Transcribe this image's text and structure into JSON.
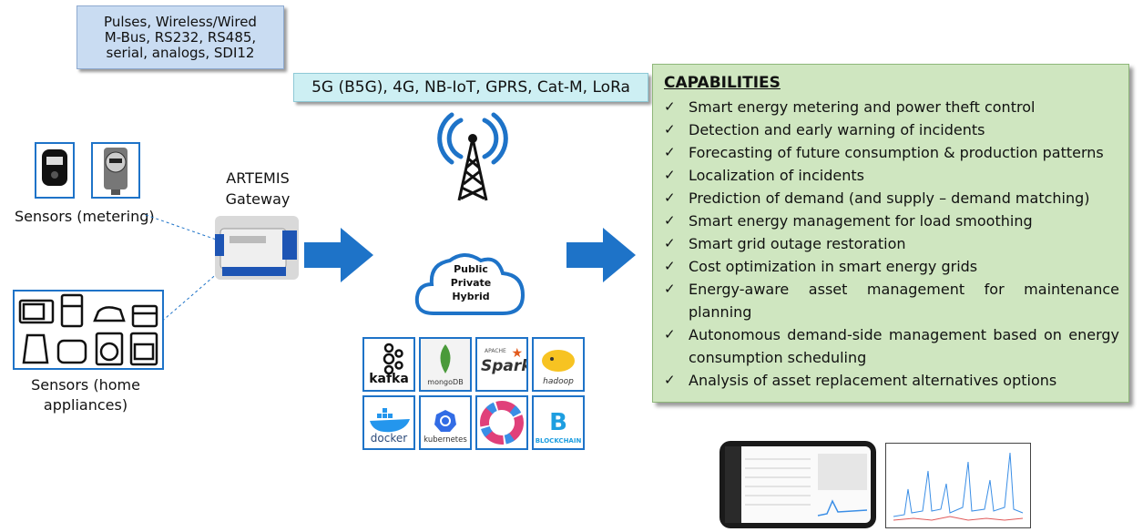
{
  "protocols": {
    "lines": [
      "Pulses, Wireless/Wired",
      "M-Bus, RS232, RS485,",
      "serial, analogs, SDI12"
    ]
  },
  "connectivity": {
    "text": "5G (B5G), 4G, NB-IoT, GPRS, Cat-M, LoRa"
  },
  "sensors": {
    "metering_label": "Sensors (metering)",
    "home_label_line1": "Sensors (home",
    "home_label_line2": "appliances)"
  },
  "gateway": {
    "line1": "ARTEMIS",
    "line2": "Gateway"
  },
  "cloud": {
    "line1": "Public",
    "line2": "Private",
    "line3": "Hybrid"
  },
  "technologies": {
    "kafka": "kafka",
    "mongodb": "mongoDB",
    "spark": "Spark",
    "spark_top": "APACHE",
    "hadoop": "hadoop",
    "docker": "docker",
    "kubernetes": "kubernetes",
    "blockchain": "BLOCKCHAIN"
  },
  "capabilities": {
    "title": "CAPABILITIES",
    "items": [
      "Smart energy metering and power theft control",
      "Detection and early warning of incidents",
      "Forecasting of future consumption & production patterns",
      "Localization of incidents",
      "Prediction of demand (and supply – demand matching)",
      "Smart energy management for load smoothing",
      "Smart grid outage restoration",
      "Cost optimization in smart energy grids",
      "Energy-aware asset management for maintenance planning",
      "Autonomous demand-side management based on energy consumption scheduling",
      "Analysis of asset replacement alternatives options"
    ],
    "check_glyph": "✓"
  },
  "colors": {
    "arrow_blue": "#1e73c8",
    "icon_border_blue": "#1e73c8",
    "capabilities_bg": "#cfe6c0",
    "protocol_bg": "#c9dcf2",
    "connectivity_bg": "#cdeff3"
  },
  "icons": {
    "tower": "radio-tower-icon",
    "meter": "electricity-meter-icon",
    "appliances": "home-appliance-icons"
  }
}
